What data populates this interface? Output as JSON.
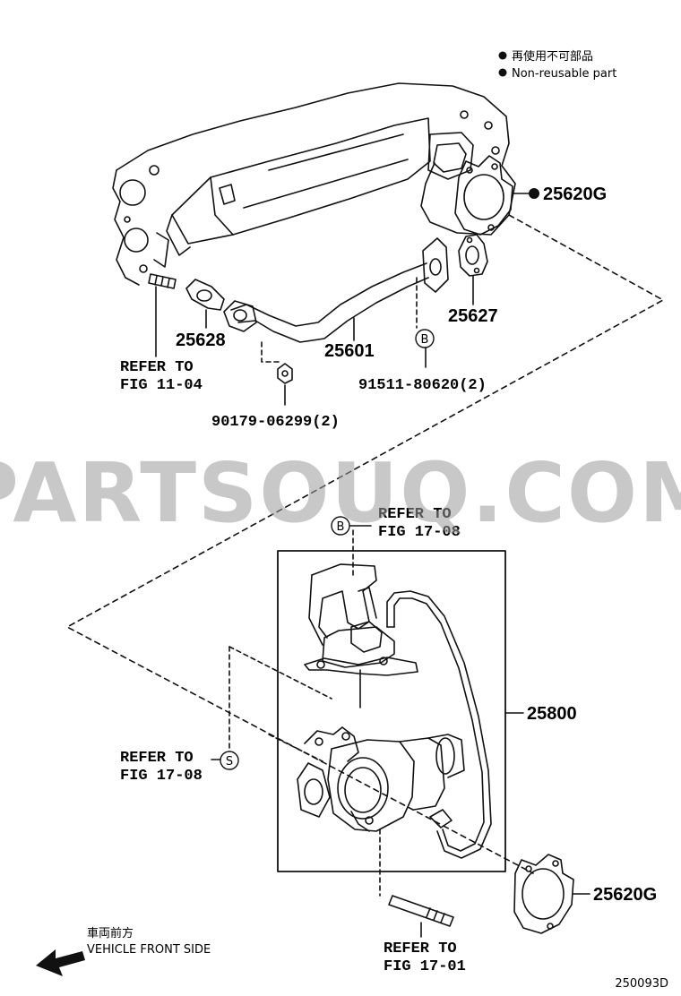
{
  "legend": {
    "line1": "再使用不可部品",
    "line2": "Non-reusable part"
  },
  "watermark": "PARTSOUQ.COM",
  "parts": {
    "gasket_top": "25620G",
    "gasket_small": "25627",
    "gasket_left": "25628",
    "egr_pipe": "25601",
    "bolt_91511": "91511-80620(2)",
    "nut_90179": "90179-06299(2)",
    "egr_cooler": "25800",
    "gasket_bottom": "25620G"
  },
  "refs": {
    "fig_11_04": [
      "REFER TO",
      "FIG 11-04"
    ],
    "fig_17_08_top": [
      "REFER TO",
      "FIG 17-08"
    ],
    "fig_17_08_left": [
      "REFER TO",
      "FIG 17-08"
    ],
    "fig_17_01": [
      "REFER TO",
      "FIG 17-01"
    ]
  },
  "markers": {
    "b_top": "B",
    "b_right": "B",
    "s_left": "S"
  },
  "direction": {
    "jp": "車両前方",
    "en": "VEHICLE FRONT SIDE"
  },
  "figure_code": "250093D"
}
